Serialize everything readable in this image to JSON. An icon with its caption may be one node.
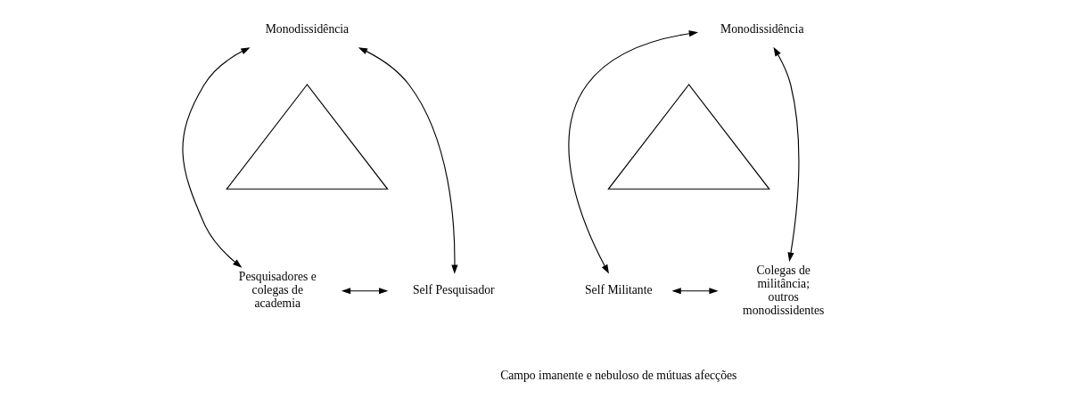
{
  "diagram": {
    "nodes": [
      {
        "text": [
          "Monodissidência"
        ]
      },
      {
        "text": [],
        "shape": "triangle"
      },
      {
        "text": [
          "Pesquisadores e colegas de academia"
        ]
      },
      {
        "text": [
          "Self Pesquisador"
        ]
      },
      {
        "text": [
          "Monodissidência"
        ]
      },
      {
        "text": [],
        "shape": "triangle"
      },
      {
        "text": [
          "Self Militante"
        ]
      },
      {
        "text": [
          "Colegas de militância; outros monodissidentes"
        ]
      }
    ],
    "edges": [
      {
        "from": 0,
        "to": 2,
        "arrow": "both"
      },
      {
        "from": 0,
        "to": 3,
        "arrow": "both"
      },
      {
        "from": 2,
        "to": 3,
        "arrow": "both"
      },
      {
        "from": 4,
        "to": 6,
        "arrow": "both"
      },
      {
        "from": 4,
        "to": 7,
        "arrow": "both"
      },
      {
        "from": 6,
        "to": 7,
        "arrow": "both"
      }
    ],
    "labels": [
      "Campo imanente e nebuloso de mútuas afecções"
    ]
  }
}
